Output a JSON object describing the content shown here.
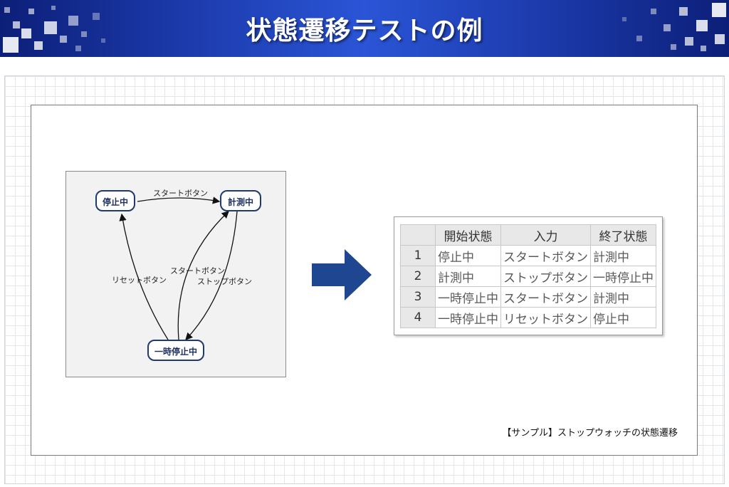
{
  "header": {
    "title": "状態遷移テストの例"
  },
  "diagram": {
    "states": {
      "stopped": "停止中",
      "measuring": "計測中",
      "paused": "一時停止中"
    },
    "edges": {
      "stopped_to_measuring": "スタートボタン",
      "paused_to_measuring": "スタートボタン",
      "measuring_to_paused": "ストップボタン",
      "paused_to_stopped": "リセットボタン"
    }
  },
  "table": {
    "headers": [
      "",
      "開始状態",
      "入力",
      "終了状態"
    ],
    "rows": [
      {
        "no": "1",
        "start": "停止中",
        "input": "スタートボタン",
        "end": "計測中"
      },
      {
        "no": "2",
        "start": "計測中",
        "input": "ストップボタン",
        "end": "一時停止中"
      },
      {
        "no": "3",
        "start": "一時停止中",
        "input": "スタートボタン",
        "end": "計測中"
      },
      {
        "no": "4",
        "start": "一時停止中",
        "input": "リセットボタン",
        "end": "停止中"
      }
    ]
  },
  "caption": "【サンプル】ストップウォッチの状態遷移",
  "colors": {
    "banner": "#1f3fb4",
    "node_border": "#1f3a6e",
    "arrow": "#1f4690"
  }
}
